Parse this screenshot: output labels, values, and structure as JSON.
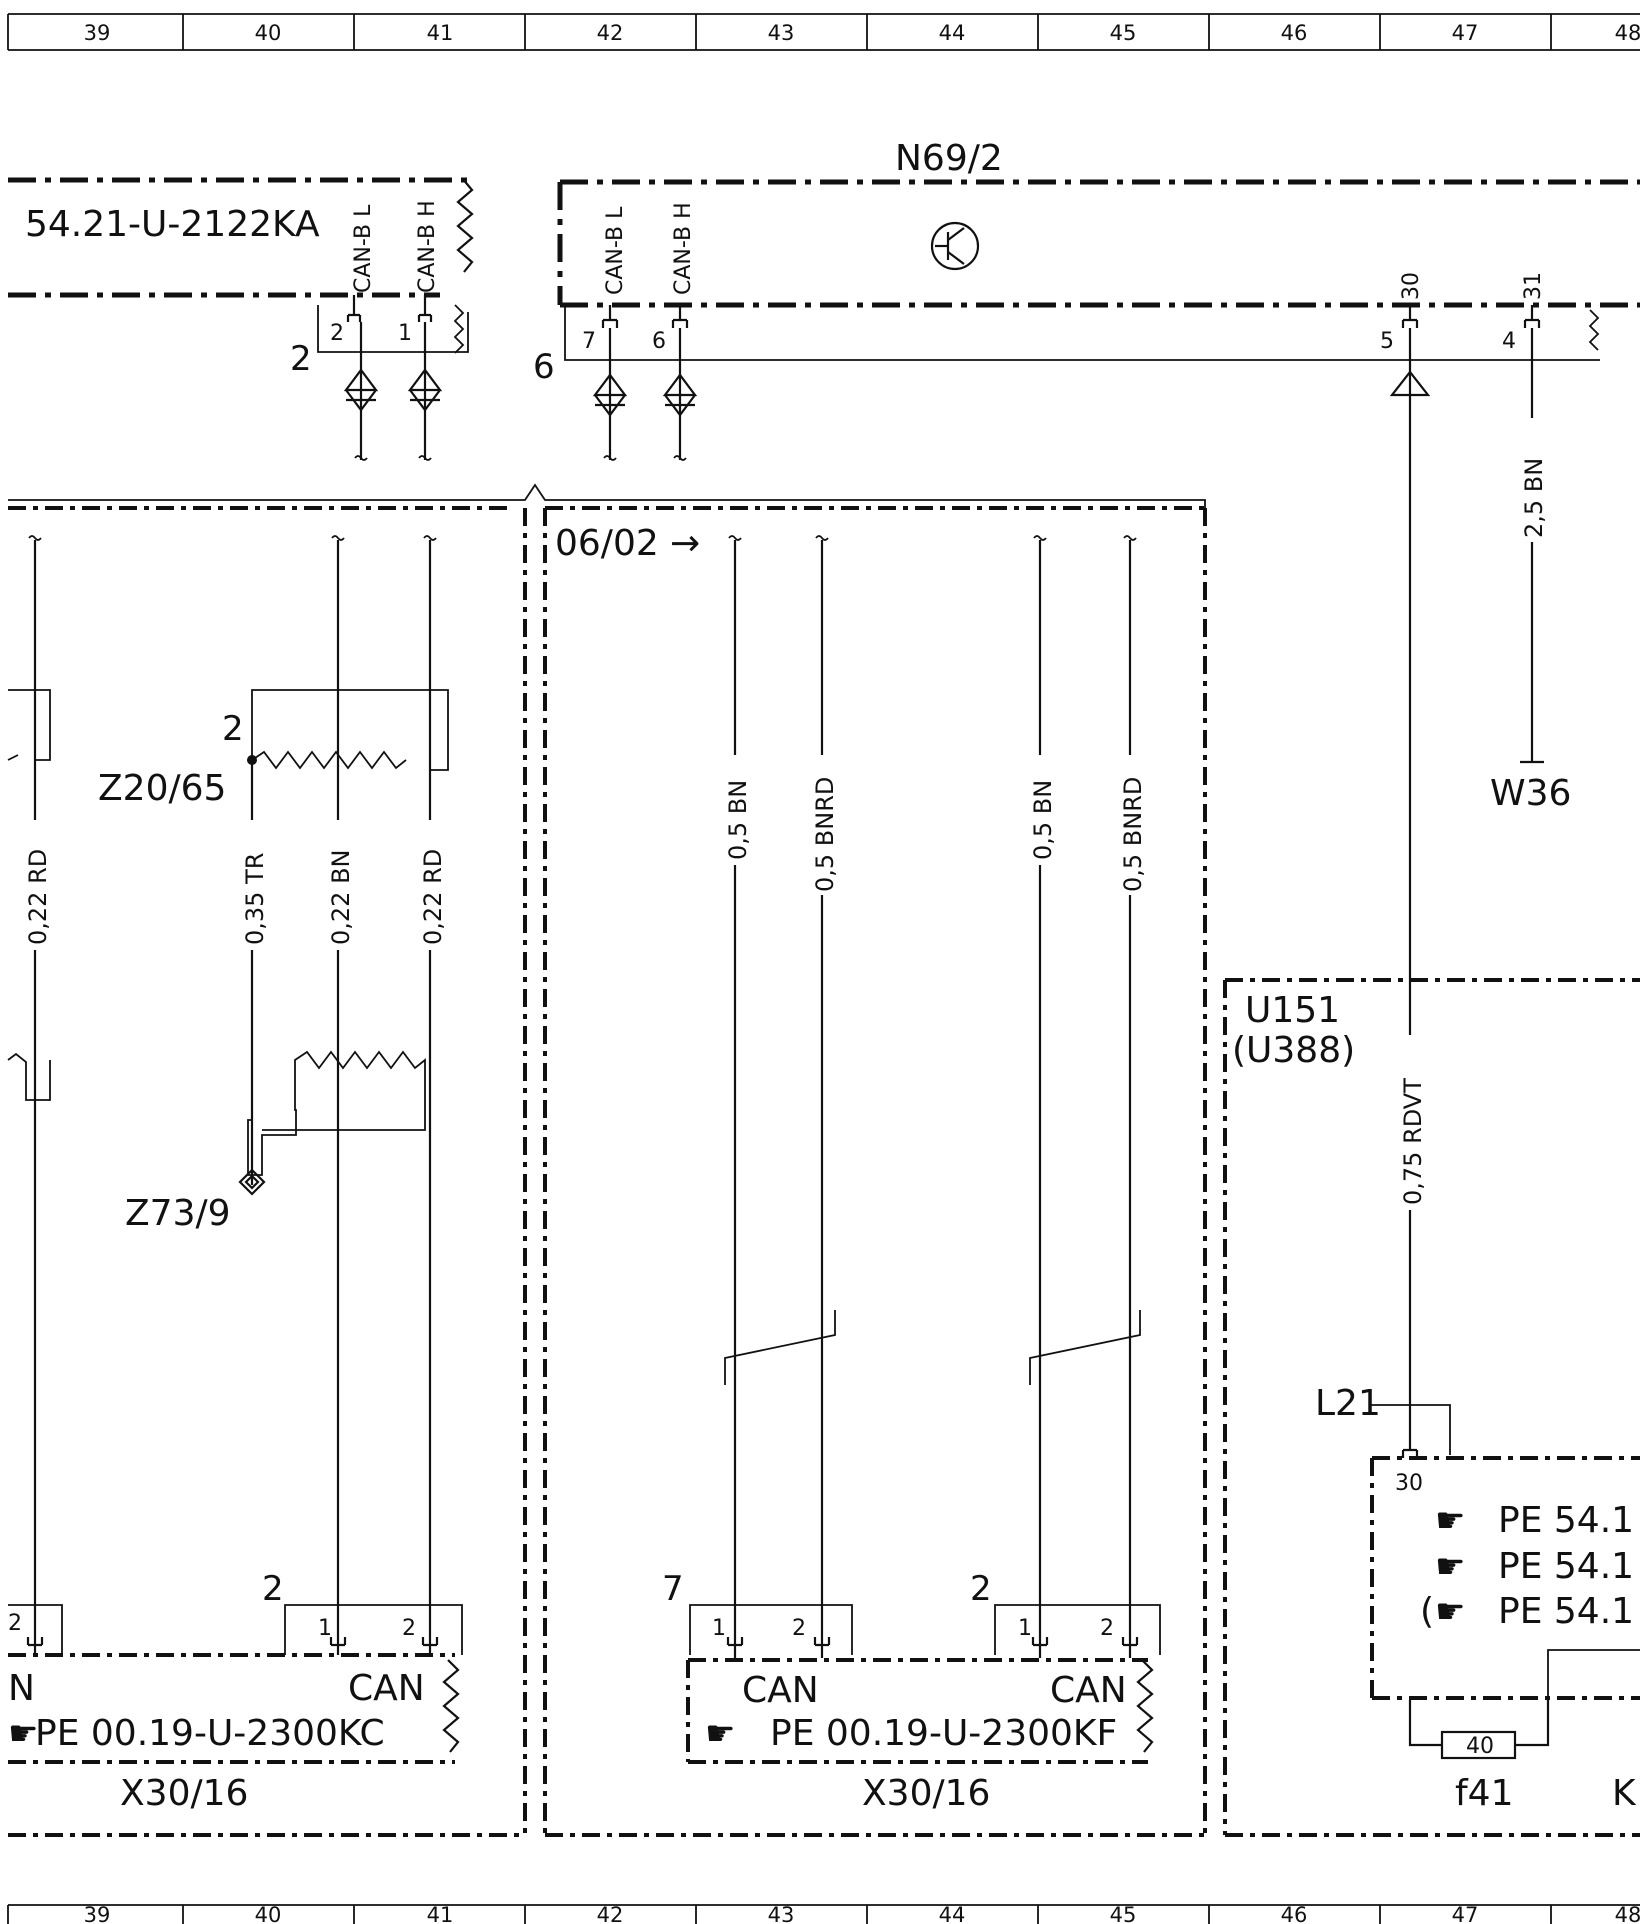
{
  "grid": {
    "columns": [
      "39",
      "40",
      "41",
      "42",
      "43",
      "44",
      "45",
      "46",
      "47",
      "48"
    ]
  },
  "components": {
    "n69": "N69/2",
    "ref_left": "54.21-U-2122KA",
    "u151": "U151",
    "u388": "(U388)",
    "w36": "W36",
    "z20": "Z20/65",
    "z73": "Z73/9",
    "l21": "L21",
    "x30_left": "X30/16",
    "x30_mid": "X30/16",
    "fuse_label": "f41",
    "fuse_value": "40",
    "k_cut": "K",
    "date": "06/02",
    "arrow": "→"
  },
  "pins": {
    "can_b_l": "CAN-B L",
    "can_b_h": "CAN-B H",
    "p30": "30",
    "p31": "31",
    "conn_left_2": "2",
    "conn_left_1": "1",
    "conn_left_num": "2",
    "conn_n69_7": "7",
    "conn_n69_6": "6",
    "conn_n69_num": "6",
    "conn_5": "5",
    "conn_4": "4",
    "z20_pin": "2",
    "l21_30": "30",
    "x30l_num": "2",
    "x30l_1": "1",
    "x30l_2": "2",
    "x30l_edge": "2",
    "x30m1_num": "7",
    "x30m1_1": "1",
    "x30m1_2": "2",
    "x30m2_num": "2",
    "x30m2_1": "1",
    "x30m2_2": "2"
  },
  "wires": {
    "w_left": "0,22 RD",
    "w_tr": "0,35 TR",
    "w_bn": "0,22 BN",
    "w_rd": "0,22 RD",
    "w_m1": "0,5 BN",
    "w_m2": "0,5 BNRD",
    "w_m3": "0,5 BN",
    "w_m4": "0,5 BNRD",
    "w_rdvt": "0,75 RDVT",
    "w_25bn": "2,5 BN"
  },
  "connectors": {
    "can": "CAN",
    "pe_left": "PE 00.19-U-2300KC",
    "pe_mid": "PE 00.19-U-2300KF",
    "pe_right_1": "PE 54.1",
    "pe_right_2": "PE 54.1",
    "pe_right_3": "PE 54.1",
    "paren": "("
  }
}
